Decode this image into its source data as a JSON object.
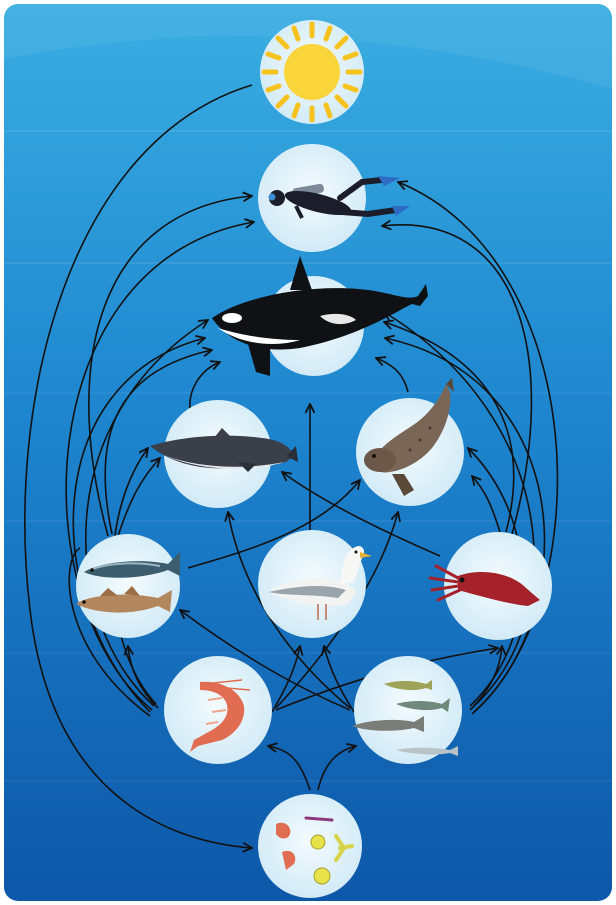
{
  "diagram": {
    "type": "marine-food-web",
    "theme": {
      "water_top": "#38a9df",
      "water_bottom": "#0e5cae",
      "circle_fill": "#e9f6fc",
      "arrow_color": "#111111",
      "sun_color": "#f9d02c"
    },
    "nodes": [
      {
        "id": "sun",
        "icon": "sun-icon"
      },
      {
        "id": "diver",
        "icon": "scuba-diver-icon"
      },
      {
        "id": "orca",
        "icon": "orca-whale-icon"
      },
      {
        "id": "dolphin",
        "icon": "porpoise-icon"
      },
      {
        "id": "seal",
        "icon": "seal-icon"
      },
      {
        "id": "fish",
        "icon": "mackerel-and-cod-icon"
      },
      {
        "id": "gull",
        "icon": "seagull-icon"
      },
      {
        "id": "squid",
        "icon": "squid-icon"
      },
      {
        "id": "shrimp",
        "icon": "shrimp-icon"
      },
      {
        "id": "smallfish",
        "icon": "small-fish-icon"
      },
      {
        "id": "plankton",
        "icon": "plankton-icon"
      }
    ],
    "edges": [
      [
        "plankton",
        "shrimp"
      ],
      [
        "plankton",
        "smallfish"
      ],
      [
        "sun",
        "plankton"
      ],
      [
        "shrimp",
        "fish"
      ],
      [
        "shrimp",
        "gull"
      ],
      [
        "shrimp",
        "squid"
      ],
      [
        "shrimp",
        "dolphin"
      ],
      [
        "shrimp",
        "orca"
      ],
      [
        "shrimp",
        "diver"
      ],
      [
        "smallfish",
        "fish"
      ],
      [
        "smallfish",
        "gull"
      ],
      [
        "smallfish",
        "squid"
      ],
      [
        "smallfish",
        "seal"
      ],
      [
        "smallfish",
        "orca"
      ],
      [
        "smallfish",
        "diver"
      ],
      [
        "fish",
        "dolphin"
      ],
      [
        "fish",
        "seal"
      ],
      [
        "fish",
        "orca"
      ],
      [
        "fish",
        "diver"
      ],
      [
        "squid",
        "dolphin"
      ],
      [
        "squid",
        "seal"
      ],
      [
        "squid",
        "orca"
      ],
      [
        "squid",
        "diver"
      ],
      [
        "gull",
        "orca"
      ],
      [
        "dolphin",
        "orca"
      ],
      [
        "seal",
        "orca"
      ]
    ]
  }
}
